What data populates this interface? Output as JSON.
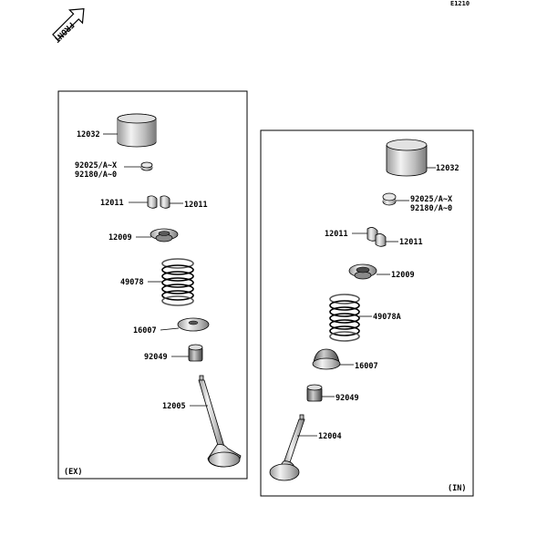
{
  "page_code": "E1210",
  "front_label": "FRONT",
  "exhaust_panel": {
    "tag": "(EX)",
    "labels": {
      "tappet": "12032",
      "shim_a": "92025/A~X",
      "shim_b": "92180/A~0",
      "keeper_left": "12011",
      "keeper_right": "12011",
      "retainer": "12009",
      "spring": "49078",
      "spring_seat": "16007",
      "stem_seal": "92049",
      "valve": "12005"
    }
  },
  "intake_panel": {
    "tag": "(IN)",
    "labels": {
      "tappet": "12032",
      "shim_a": "92025/A~X",
      "shim_b": "92180/A~0",
      "keeper_left": "12011",
      "keeper_right": "12011",
      "retainer": "12009",
      "spring": "49078A",
      "spring_seat": "16007",
      "stem_seal": "92049",
      "valve": "12004"
    }
  }
}
